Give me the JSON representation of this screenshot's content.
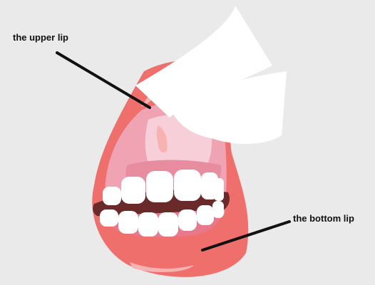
{
  "labels": {
    "upper_lip": "the upper lip",
    "bottom_lip": "the bottom lip"
  },
  "colors": {
    "background": "#ebeaea",
    "lips": "#ee6f6c",
    "lip_highlight": "#f7b3b2",
    "mouth_interior": "#f0a3b2",
    "tongue": "#e88ca0",
    "throat": "#f7cfd8",
    "gums": "#e8788c",
    "mouth_cavity": "#6a2a2a",
    "teeth": "#ffffff",
    "paper": "#ffffff",
    "leader_line": "#111111",
    "label_text": "#111111"
  },
  "icons": {
    "mouth": "open-mouth-illustration",
    "paper": "paper-sheet"
  }
}
